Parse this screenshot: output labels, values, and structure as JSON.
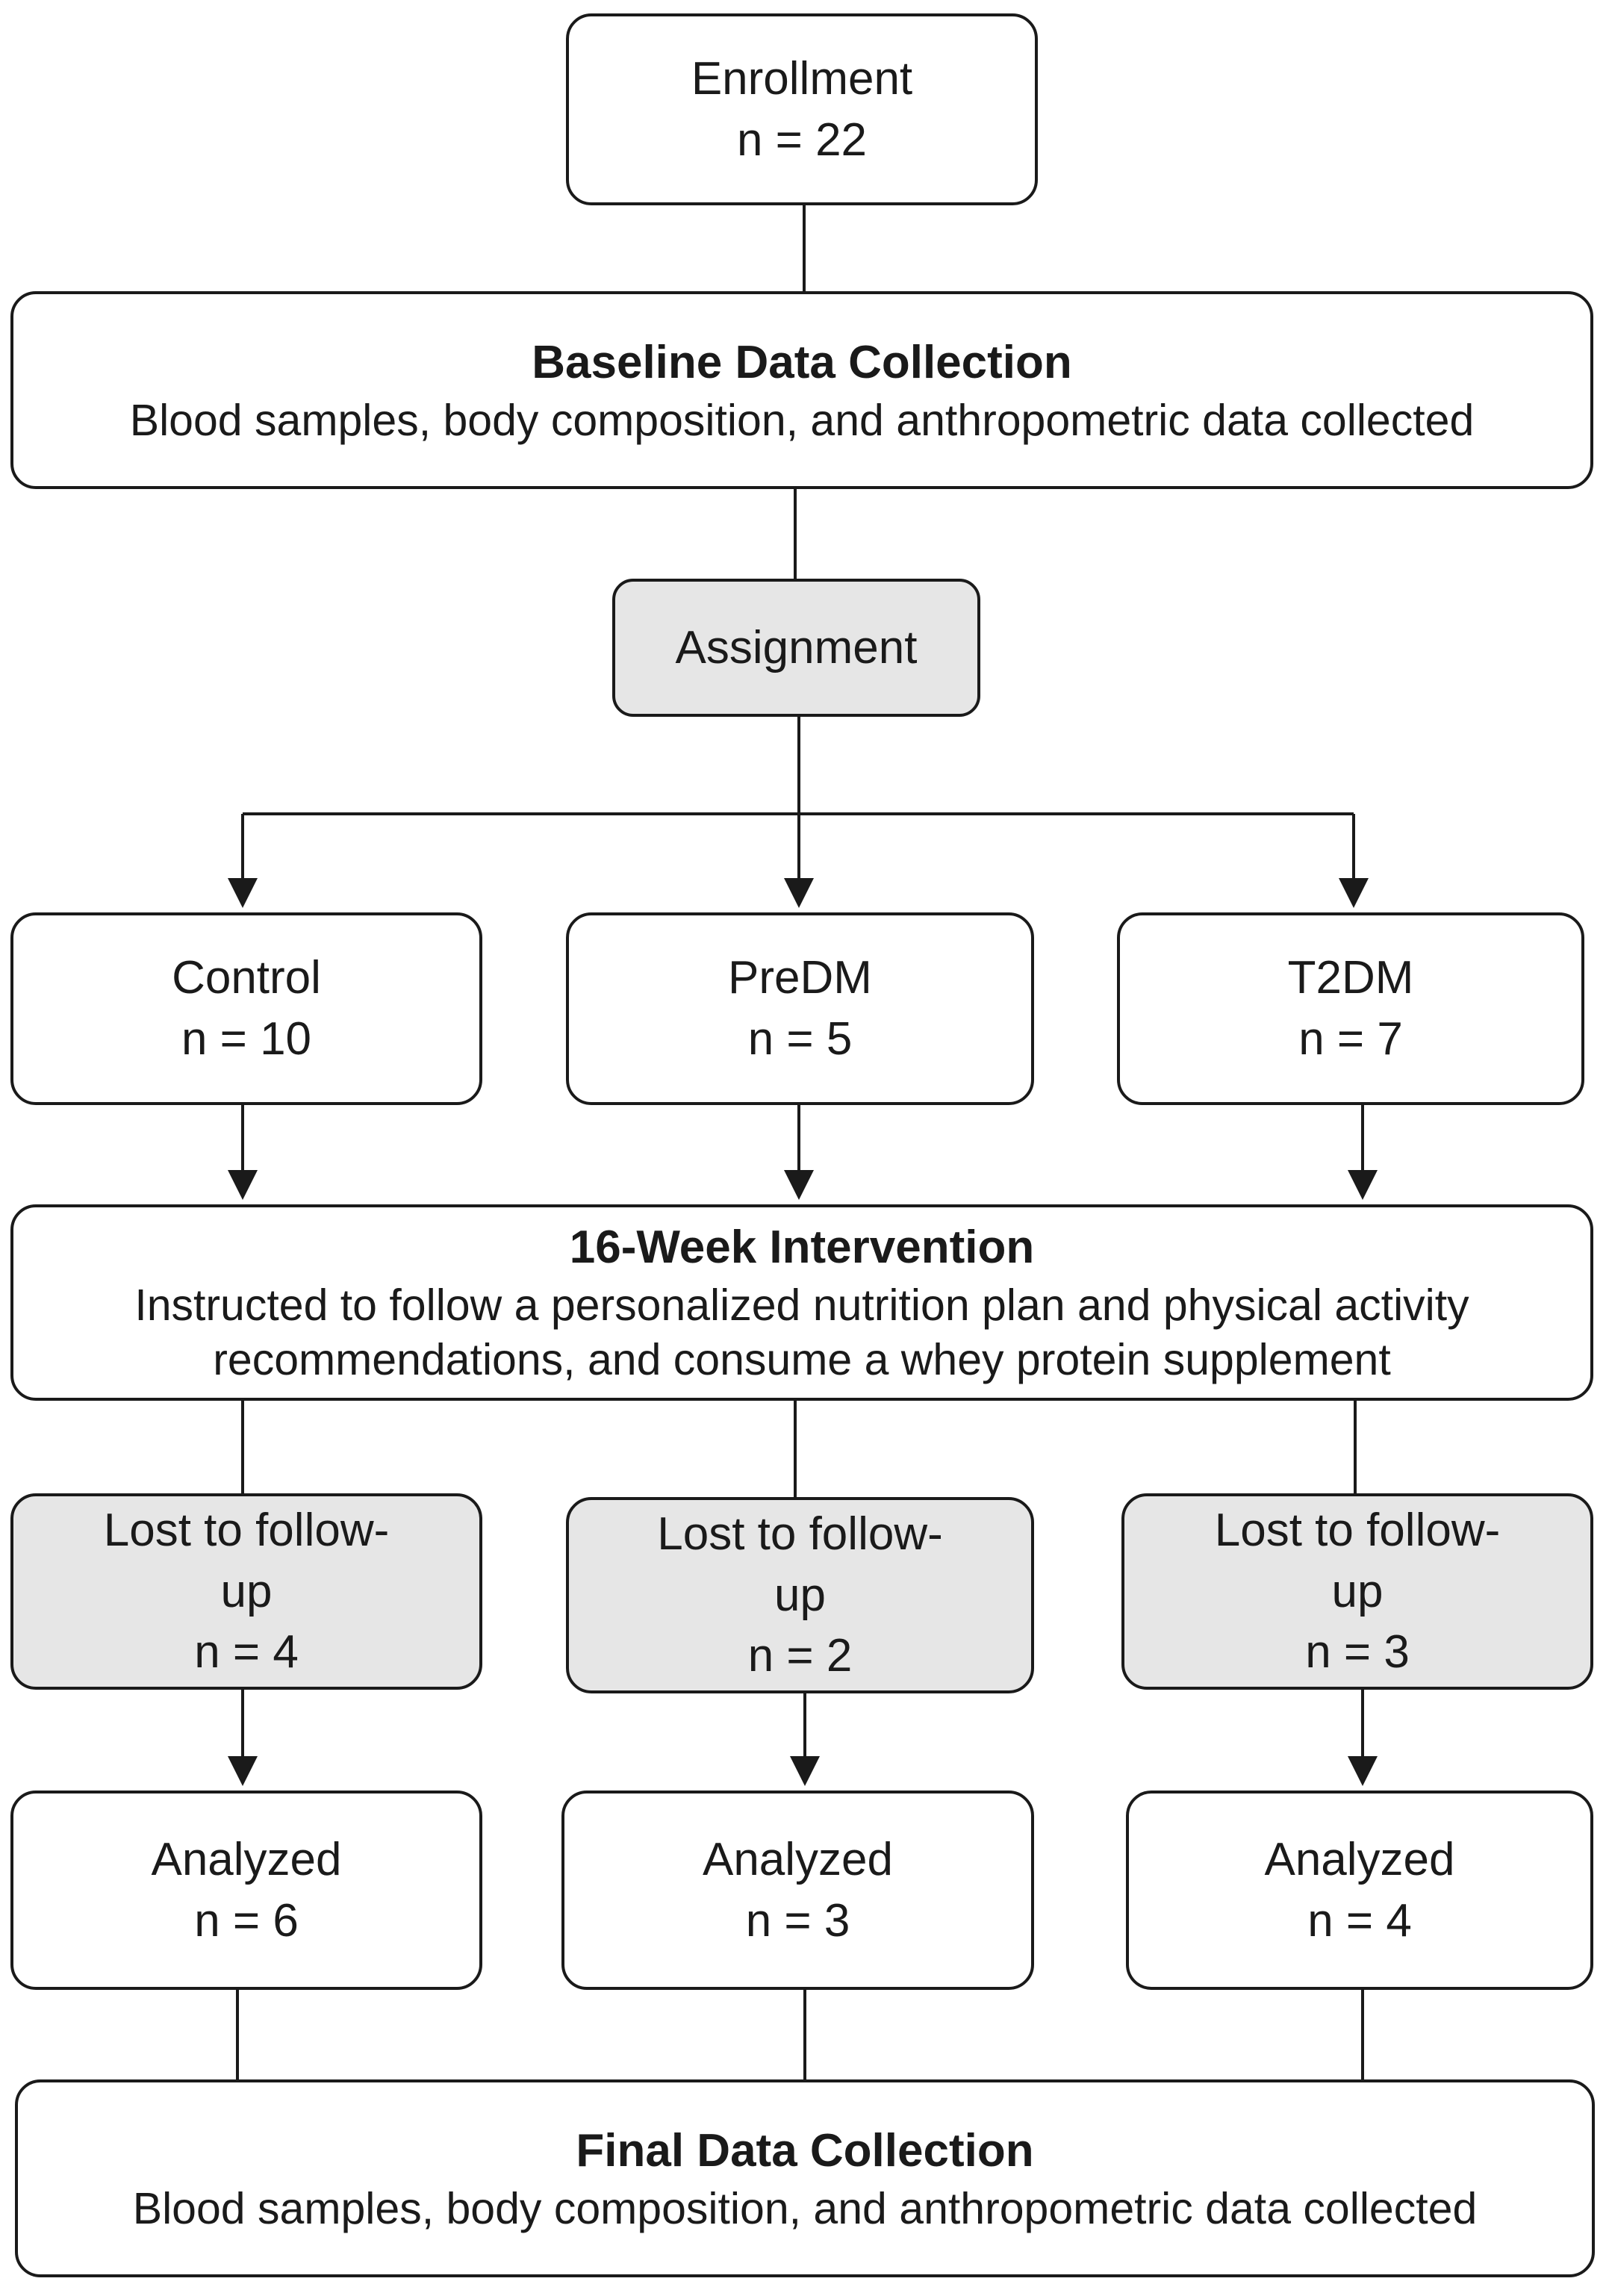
{
  "enrollment": {
    "label": "Enrollment",
    "n": "n = 22"
  },
  "baseline": {
    "title": "Baseline Data Collection",
    "description": "Blood samples, body composition, and anthropometric data collected"
  },
  "assignment": {
    "label": "Assignment"
  },
  "groups": [
    {
      "label": "Control",
      "n": "n = 10"
    },
    {
      "label": "PreDM",
      "n": "n = 5"
    },
    {
      "label": "T2DM",
      "n": "n = 7"
    }
  ],
  "intervention": {
    "title": "16-Week Intervention",
    "description_line1": "Instructed to follow a personalized nutrition plan and physical activity",
    "description_line2": "recommendations, and consume a whey protein supplement"
  },
  "lost": [
    {
      "line1": "Lost to follow-",
      "line2": "up",
      "n": "n = 4"
    },
    {
      "line1": "Lost to follow-",
      "line2": "up",
      "n": "n = 2"
    },
    {
      "line1": "Lost to follow-",
      "line2": "up",
      "n": "n = 3"
    }
  ],
  "analyzed": [
    {
      "label": "Analyzed",
      "n": "n = 6"
    },
    {
      "label": "Analyzed",
      "n": "n = 3"
    },
    {
      "label": "Analyzed",
      "n": "n = 4"
    }
  ],
  "final": {
    "title": "Final Data Collection",
    "description": "Blood samples, body composition, and anthropometric data collected"
  },
  "colors": {
    "stroke": "#1a1a1a",
    "shaded_fill": "#e6e6e6",
    "background": "#ffffff"
  }
}
